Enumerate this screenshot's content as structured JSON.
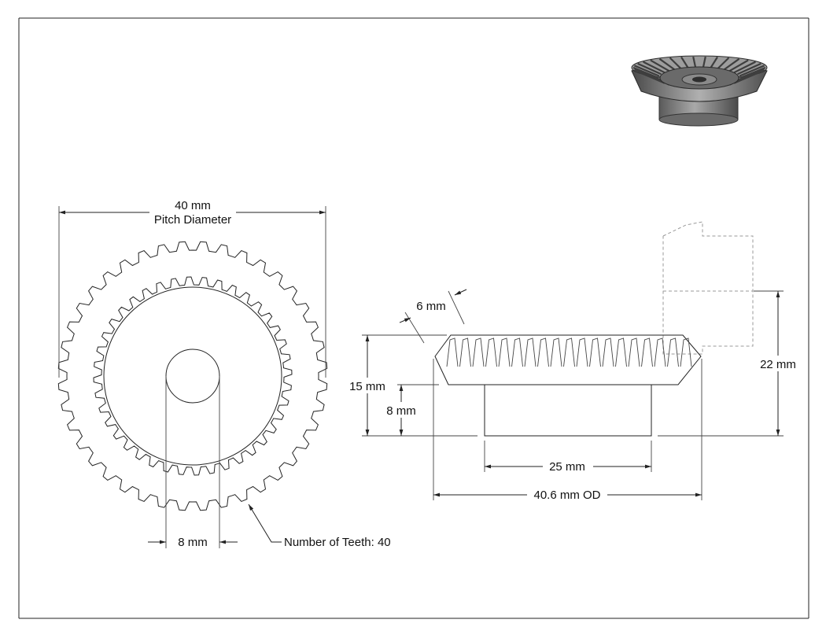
{
  "drawing": {
    "front_view": {
      "pitch_diameter_value": "40 mm",
      "pitch_diameter_label": "Pitch Diameter",
      "bore_label": "8 mm",
      "teeth_label": "Number of Teeth: 40",
      "teeth_count": 40
    },
    "side_view": {
      "tooth_face_label": "6 mm",
      "overall_height_label": "15 mm",
      "hub_height_label": "8 mm",
      "mating_height_label": "22 mm",
      "hub_diameter_label": "25 mm",
      "outer_diameter_label": "40.6 mm OD"
    }
  },
  "colors": {
    "line": "#222222",
    "ghost": "#9a9a9a",
    "render_body": "#8f8f8f",
    "render_dark": "#3e3e3e"
  }
}
